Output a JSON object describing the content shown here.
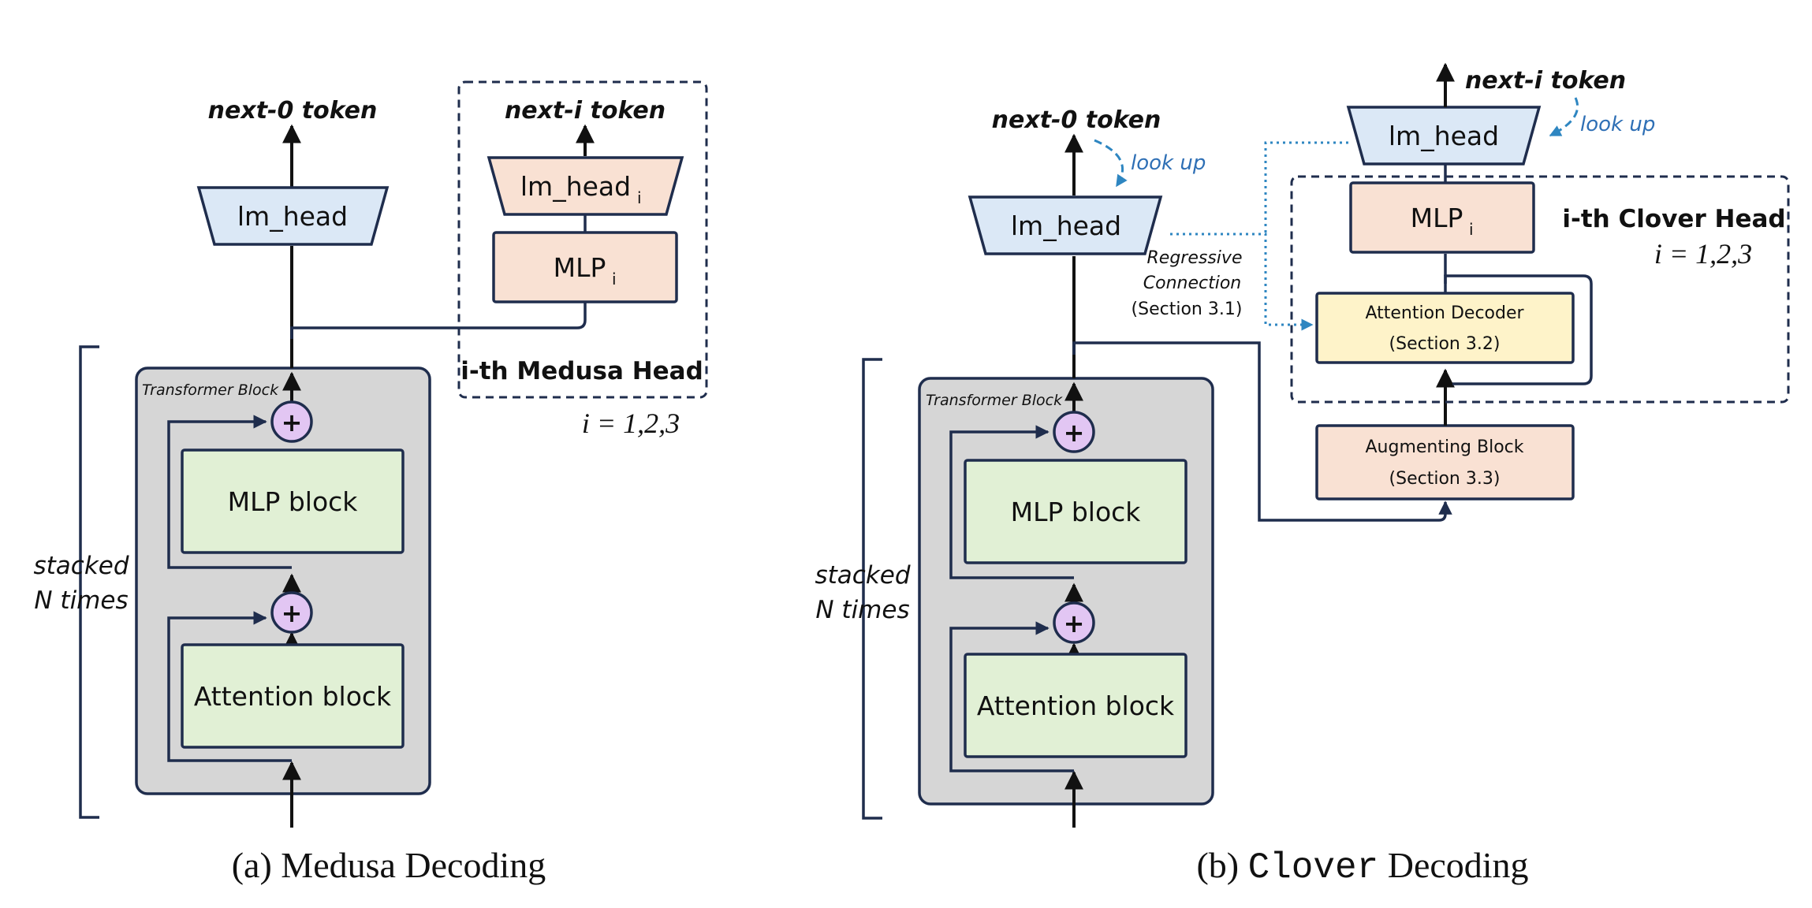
{
  "medusa": {
    "next0_token": "next-0 token",
    "lm_head": "lm_head",
    "transformer_block": "Transformer Block",
    "mlp_block": "MLP block",
    "attention_block": "Attention block",
    "stacked_1": "stacked",
    "stacked_2": "N times",
    "head": {
      "next_i_token": "next-i token",
      "lm_head_i": "lm_head",
      "lm_head_i_sub": "i",
      "mlp_i": "MLP",
      "mlp_i_sub": "i",
      "title": "i-th Medusa Head",
      "index": "i = 1,2,3"
    },
    "caption": {
      "prefix": "(a) Medusa Decoding"
    }
  },
  "clover": {
    "next0_token": "next-0 token",
    "look_up_left": "look up",
    "lm_head": "lm_head",
    "regressive_1": "Regressive",
    "regressive_2": "Connection",
    "regressive_3": "(Section 3.1)",
    "transformer_block": "Transformer Block",
    "mlp_block": "MLP block",
    "attention_block": "Attention block",
    "stacked_1": "stacked",
    "stacked_2": "N times",
    "head": {
      "next_i_token": "next-i token",
      "look_up_right": "look up",
      "lm_head_top": "lm_head",
      "mlp_i": "MLP",
      "mlp_i_sub": "i",
      "title": "i-th Clover Head",
      "index": "i = 1,2,3",
      "attention_decoder_1": "Attention Decoder",
      "attention_decoder_2": "(Section 3.2)"
    },
    "augmenting_1": "Augmenting Block",
    "augmenting_2": "(Section 3.3)",
    "caption": {
      "prefix": "(b) ",
      "mono": "Clover",
      "suffix": " Decoding"
    }
  },
  "plus_symbol": "+",
  "colors": {
    "lm_head_fill": "#dbe8f6",
    "head_fill": "#f9e1d3",
    "green_fill": "#e1f0d5",
    "decoder_fill": "#fef3c9",
    "transformer_fill": "#d6d6d6",
    "plus_fill": "#e2c6f3",
    "dotted": "#2e86c1",
    "lookup_text": "#2e6fb5",
    "line": "#1f2d4d"
  }
}
